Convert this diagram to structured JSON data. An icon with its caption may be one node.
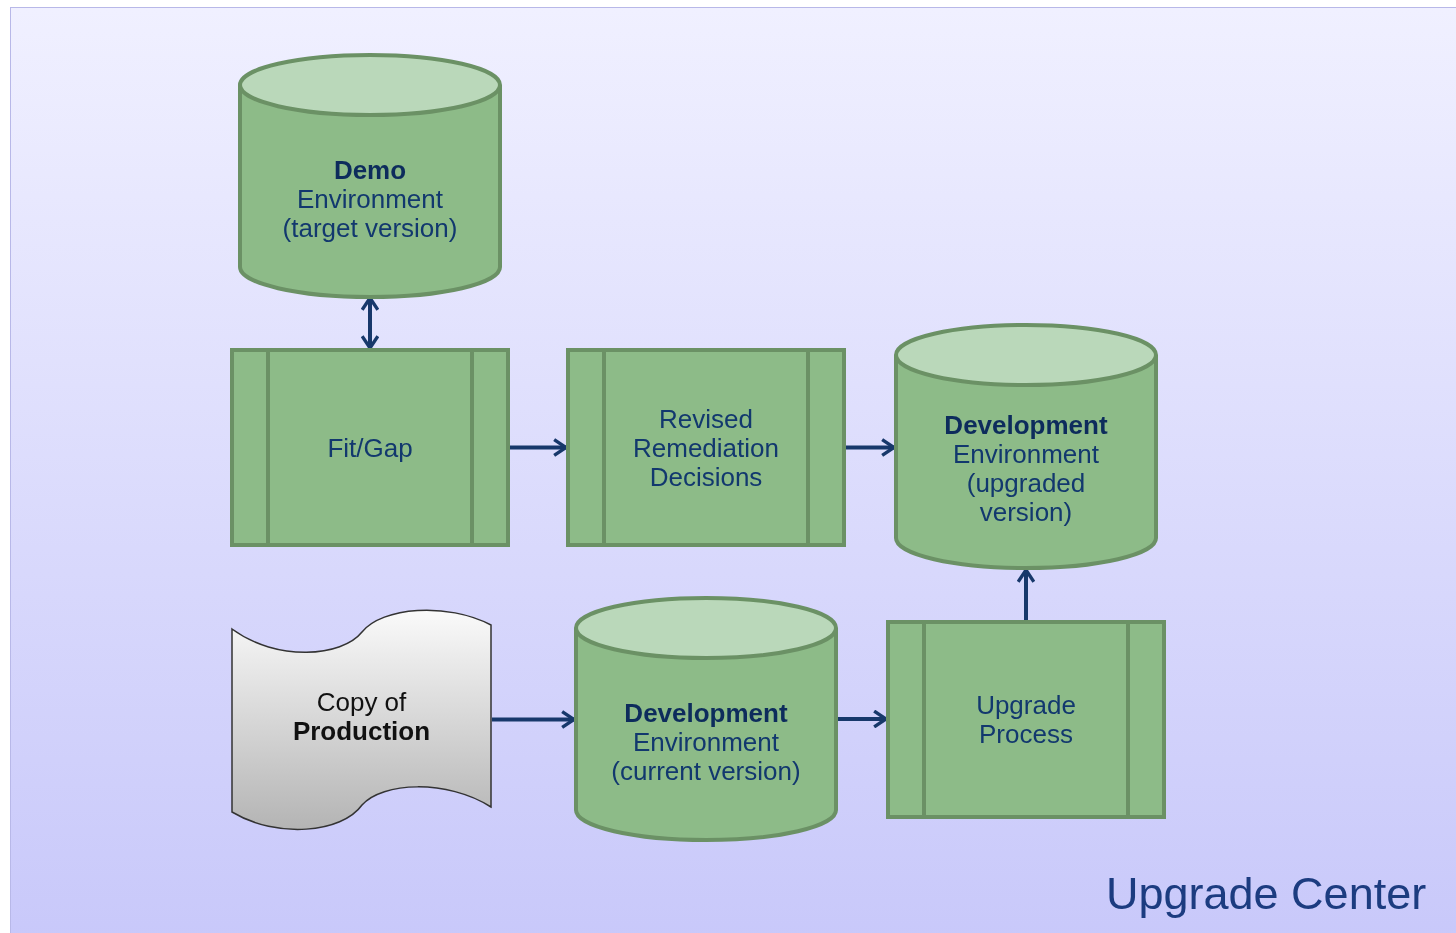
{
  "diagram": {
    "nodes": [
      {
        "text": [
          "**Demo** Environment (target version)"
        ]
      },
      {
        "text": [
          "Fit/Gap"
        ]
      },
      {
        "text": [
          "Revised Remediation Decisions"
        ]
      },
      {
        "text": [
          "**Development** Environment (upgraded version)"
        ]
      },
      {
        "text": [
          "Copy of **Production**"
        ]
      },
      {
        "text": [
          "**Development** Environment (current version)"
        ]
      },
      {
        "text": [
          "Upgrade Process"
        ]
      }
    ],
    "edges": [
      {
        "from": 0,
        "to": 1,
        "arrow": "both"
      },
      {
        "from": 1,
        "to": 2,
        "arrow": "to"
      },
      {
        "from": 2,
        "to": 3,
        "arrow": "to"
      },
      {
        "from": 4,
        "to": 5,
        "arrow": "to"
      },
      {
        "from": 5,
        "to": 6,
        "arrow": "to"
      },
      {
        "from": 6,
        "to": 3,
        "arrow": "to"
      }
    ],
    "labels": [
      "Upgrade Center"
    ]
  }
}
